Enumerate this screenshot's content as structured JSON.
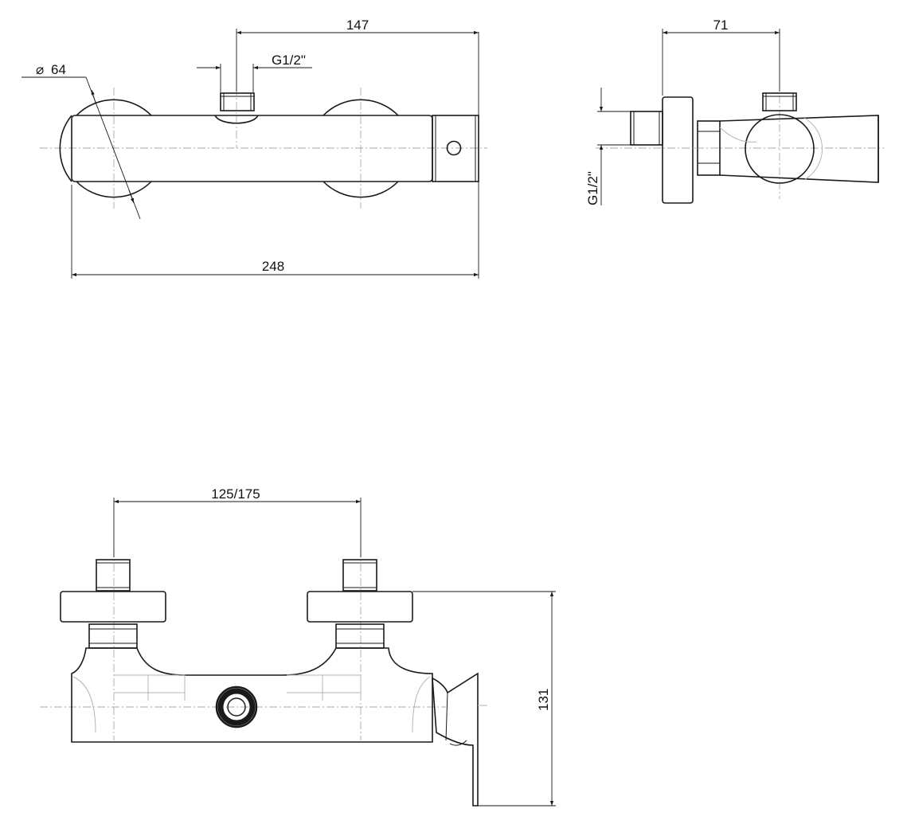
{
  "dimensions": {
    "top_overall_length": "248",
    "top_outlet_offset": "147",
    "top_diameter": "64",
    "top_outlet_thread": "G1/2\"",
    "side_depth": "71",
    "side_thread": "G1/2\"",
    "front_center_distance": "125/175",
    "front_height": "131"
  },
  "symbols": {
    "diameter": "⌀"
  },
  "colors": {
    "line": "#1a1a1a",
    "centerline": "#a8a8a8",
    "hidden": "#b4b4b4",
    "background": "#ffffff"
  }
}
